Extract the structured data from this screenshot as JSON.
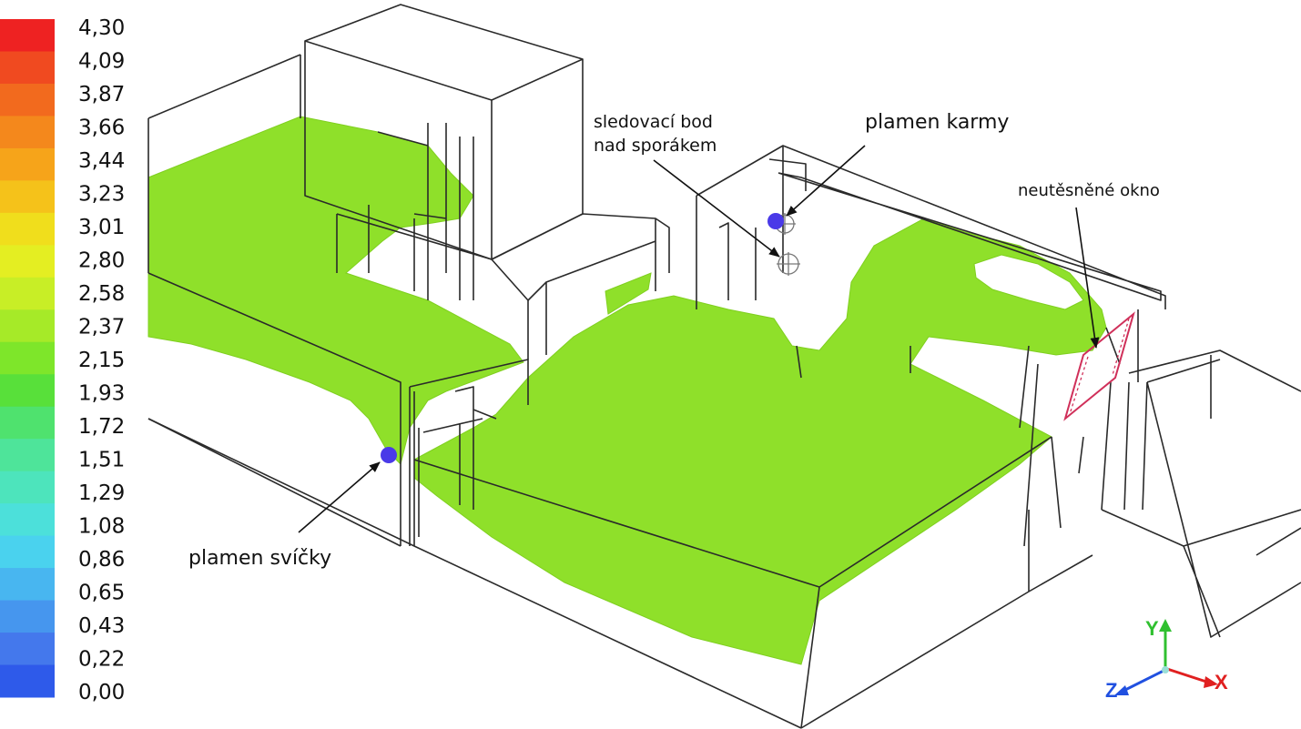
{
  "colorbar": {
    "ticks": [
      "4,30",
      "4,09",
      "3,87",
      "3,66",
      "3,44",
      "3,23",
      "3,01",
      "2,80",
      "2,58",
      "2,37",
      "2,15",
      "1,93",
      "1,72",
      "1,51",
      "1,29",
      "1,08",
      "0,86",
      "0,65",
      "0,43",
      "0,22",
      "0,00"
    ],
    "colors": [
      "#ee2222",
      "#f04a20",
      "#f26a1e",
      "#f4881c",
      "#f6a41a",
      "#f5c21a",
      "#f0de1c",
      "#e4ee22",
      "#c8ee26",
      "#a6ea28",
      "#7ee62a",
      "#58e03a",
      "#4fe26e",
      "#4ee49a",
      "#4de4bc",
      "#4ce0da",
      "#4ad2ee",
      "#48b6f0",
      "#4696ee",
      "#4478ec",
      "#2e5aea"
    ]
  },
  "annotations": {
    "candle_flame": "plamen svíčky",
    "monitor_point": [
      "sledovací bod",
      "nad sporákem"
    ],
    "heater_flame": "plamen karmy",
    "leaky_window": "neutěsněné okno"
  },
  "axes": {
    "x": "X",
    "y": "Y",
    "z": "Z"
  },
  "colors": {
    "isosurface": "#8fe02a",
    "marker": "#4a3ae8",
    "window": "#d0305a",
    "axis_x": "#e02020",
    "axis_y": "#30c030",
    "axis_z": "#2050e0"
  }
}
